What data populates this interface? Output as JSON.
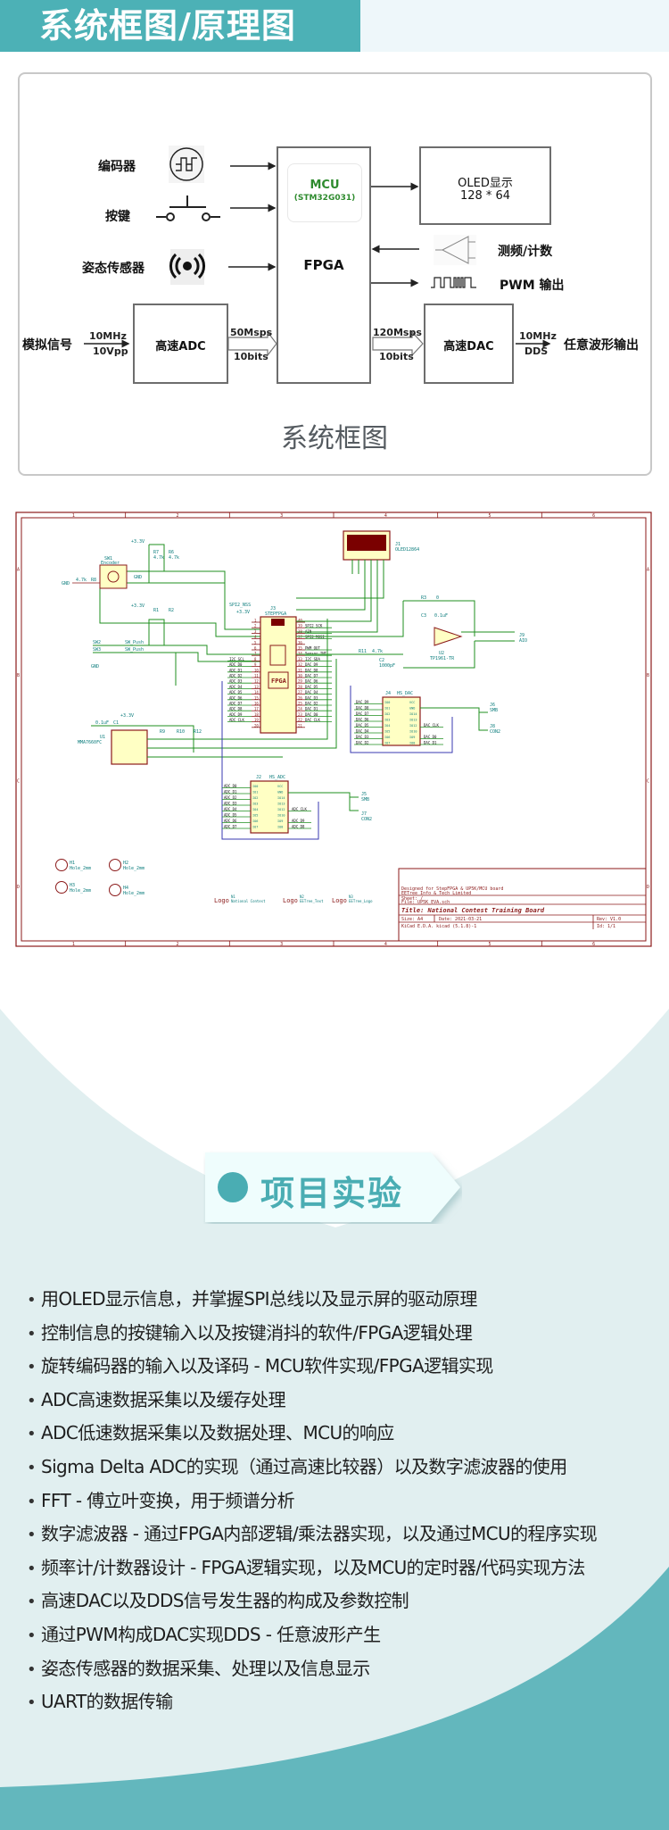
{
  "header": {
    "title": "系统框图/原理图",
    "accent_color": "#4cb1b6"
  },
  "block_diagram": {
    "caption": "系统框图",
    "inputs": [
      {
        "label": "编码器",
        "icon": "rotary-encoder-icon"
      },
      {
        "label": "按键",
        "icon": "push-button-icon"
      },
      {
        "label": "姿态传感器",
        "icon": "sensor-icon"
      }
    ],
    "analog_input": {
      "label": "模拟信号",
      "spec_top": "10MHz",
      "spec_bottom": "10Vpp"
    },
    "adc": {
      "label": "高速ADC",
      "bus_top": "50Msps",
      "bus_bottom": "10bits"
    },
    "mcu": {
      "label": "MCU",
      "part": "(STM32G031)"
    },
    "fpga": {
      "label": "FPGA"
    },
    "oled": {
      "line1": "OLED显示",
      "line2": "128 * 64"
    },
    "freq_counter": {
      "label": "测频/计数",
      "icon": "comparator-icon"
    },
    "pwm": {
      "label": "PWM 输出",
      "icon": "pwm-wave-icon"
    },
    "dac": {
      "label": "高速DAC",
      "bus_top": "120Msps",
      "bus_bottom": "10bits"
    },
    "output": {
      "label": "任意波形输出",
      "spec_top": "10MHz",
      "spec_bottom": "DDS"
    },
    "mcu_color": "#2e8b2e"
  },
  "schematic": {
    "title": "Title: National Contest Training Board",
    "designed_for": "Designed for StepFPGA & UP5K/MCU board",
    "company": "EETree Info & Tech Limited",
    "sheet": "Sheet: /",
    "file": "File: UP5K_EVA.sch",
    "size": "Size: A4",
    "date": "Date: 2021-03-21",
    "rev": "Rev: V1.0",
    "kicad": "KiCad E.D.A.  kicad (5.1.8)-1",
    "id": "Id: 1/1",
    "col_markers": [
      "1",
      "2",
      "3",
      "4",
      "5",
      "6"
    ],
    "row_markers": [
      "A",
      "B",
      "C",
      "D"
    ],
    "components": {
      "sw1": "SW1",
      "sw1_name": "Encoder",
      "r7": "R7",
      "r6": "R6",
      "r8": "R8",
      "r1": "R1",
      "r2": "R2",
      "r9": "R9",
      "r10": "R10",
      "r12": "R12",
      "r11": "R11",
      "r3": "R3",
      "res_val": "4.7k",
      "r3_val": "0",
      "sw2": "SW2",
      "sw3": "SW3",
      "sw_push": "SW_Push",
      "j3": "J3",
      "j3_name": "STEPFPGA",
      "j1": "J1",
      "j1_name": "OLED12864",
      "u2": "U2",
      "u2_name": "TP1961-TR",
      "c2": "C2",
      "c2_val": "1000pF",
      "c1": "C1",
      "c3": "C3",
      "cap_val": "0.1uF",
      "u1": "U1",
      "u1_name": "MMA7660FC",
      "j9": "J9",
      "j9_name": "AIO",
      "j4": "J4",
      "j4_name": "HS_DAC",
      "j2": "J2",
      "j2_name": "HS_ADC",
      "j6": "J6",
      "j6_name": "SMB",
      "j8": "J8",
      "j8_name": "CON2",
      "j5": "J5",
      "j5_name": "SMB",
      "j7": "J7",
      "j7_name": "CON2",
      "holes": [
        "H1",
        "H2",
        "H3",
        "H4"
      ],
      "hole_name": "Hole_2mm",
      "logos": [
        {
          "ref": "N1",
          "name": "National Contest"
        },
        {
          "ref": "N2",
          "name": "EETree_Text"
        },
        {
          "ref": "N3",
          "name": "EETree_Logo"
        }
      ],
      "logo_text": "Logo",
      "fpga_text": "FPGA",
      "vcc": "+3.3V",
      "gnd": "GND"
    },
    "fpga_left_pins": [
      "1",
      "2",
      "3",
      "4",
      "5",
      "6",
      "7",
      "8",
      "9",
      "10",
      "11",
      "12",
      "13",
      "14",
      "15",
      "16",
      "17",
      "18",
      "19",
      "20"
    ],
    "fpga_left_nets": [
      "",
      "",
      "",
      "",
      "",
      "",
      "",
      "I2C_SCL",
      "ADC_D0",
      "ADC_D1",
      "ADC_D2",
      "ADC_D3",
      "ADC_D4",
      "ADC_D5",
      "ADC_D6",
      "ADC_D7",
      "ADC_D8",
      "ADC_D9",
      "ADC_CLK",
      ""
    ],
    "fpga_right_pins": [
      "40",
      "39",
      "38",
      "37",
      "36",
      "35",
      "34",
      "33",
      "32",
      "31",
      "30",
      "29",
      "28",
      "27",
      "26",
      "25",
      "24",
      "23",
      "22",
      "21"
    ],
    "fpga_right_nets": [
      "",
      "SPI2_SCK",
      "AIN",
      "SPI2_MOSI",
      "",
      "PWM_OUT",
      "Sensor_INT",
      "I2C_SDA",
      "DAC_D9",
      "DAC_D8",
      "DAC_D7",
      "DAC_D6",
      "DAC_D5",
      "DAC_D4",
      "DAC_D3",
      "DAC_D2",
      "DAC_D1",
      "DAC_D0",
      "DAC_CLK",
      ""
    ],
    "spi_nss": "SPI2_NSS",
    "dac_left_nets": [
      "DAC_D9",
      "DAC_D8",
      "DAC_D7",
      "DAC_D6",
      "DAC_D5",
      "DAC_D4",
      "DAC_D3",
      "DAC_D2"
    ],
    "adc_left_nets": [
      "ADC_D0",
      "ADC_D1",
      "ADC_D2",
      "ADC_D3",
      "ADC_D4",
      "ADC_D5",
      "ADC_D6",
      "ADC_D7"
    ],
    "hs_pins_left": [
      "IO0",
      "IO1",
      "IO2",
      "IO3",
      "IO4",
      "IO5",
      "IO6",
      "IO7"
    ],
    "hs_pins_right": [
      "VCC",
      "GND",
      "IO14",
      "IO13",
      "IO12",
      "IO10",
      "IO9",
      "IO8"
    ],
    "dac_right_nets": [
      "",
      "",
      "",
      "",
      "DAC_CLK",
      "",
      "DAC_D0",
      "DAC_D1"
    ],
    "adc_right_nets": [
      "",
      "",
      "",
      "",
      "ADC_CLK",
      "",
      "ADC_D9",
      "ADC_D8"
    ]
  },
  "experiments": {
    "title": "项目实验",
    "items": [
      "用OLED显示信息，并掌握SPI总线以及显示屏的驱动原理",
      "控制信息的按键输入以及按键消抖的软件/FPGA逻辑处理",
      "旋转编码器的输入以及译码 - MCU软件实现/FPGA逻辑实现",
      "ADC高速数据采集以及缓存处理",
      "ADC低速数据采集以及数据处理、MCU的响应",
      "Sigma Delta ADC的实现（通过高速比较器）以及数字滤波器的使用",
      "FFT - 傅立叶变换，用于频谱分析",
      "数字滤波器 - 通过FPGA内部逻辑/乘法器实现，以及通过MCU的程序实现",
      "频率计/计数器设计 - FPGA逻辑实现，以及MCU的定时器/代码实现方法",
      "高速DAC以及DDS信号发生器的构成及参数控制",
      "通过PWM构成DAC实现DDS - 任意波形产生",
      "姿态传感器的数据采集、处理以及信息显示",
      "UART的数据传输"
    ],
    "bullet": "•"
  }
}
